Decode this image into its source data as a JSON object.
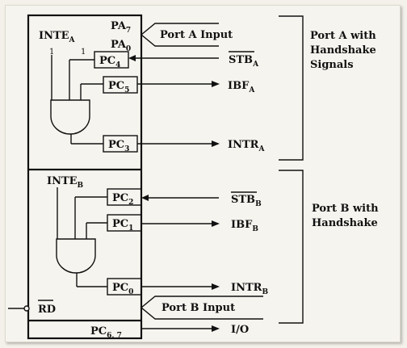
{
  "block_a": {
    "inte_label": "INTE",
    "inte_sub": "A",
    "bit_left": "1",
    "bit_right": "1",
    "pins": {
      "pa7": "PA",
      "pa7_sub": "7",
      "pa0": "PA",
      "pa0_sub": "0"
    },
    "pc4": "PC",
    "pc4_sub": "4",
    "pc5": "PC",
    "pc5_sub": "5",
    "pc3": "PC",
    "pc3_sub": "3",
    "port_input": "Port A Input",
    "stb": "STB",
    "stb_sub": "A",
    "ibf": "IBF",
    "ibf_sub": "A",
    "intr": "INTR",
    "intr_sub": "A",
    "bracket_label": [
      "Port A with",
      "Handshake",
      "Signals"
    ]
  },
  "block_b": {
    "inte_label": "INTE",
    "inte_sub": "B",
    "pc2": "PC",
    "pc2_sub": "2",
    "pc1": "PC",
    "pc1_sub": "1",
    "pc0": "PC",
    "pc0_sub": "0",
    "port_input": "Port B Input",
    "stb": "STB",
    "stb_sub": "B",
    "ibf": "IBF",
    "ibf_sub": "B",
    "intr": "INTR",
    "intr_sub": "B",
    "bracket_label": [
      "Port B with",
      "Handshake"
    ]
  },
  "bottom": {
    "rd": "RD",
    "pc67": "PC",
    "pc67_sub": "6, 7",
    "io": "I/O"
  }
}
